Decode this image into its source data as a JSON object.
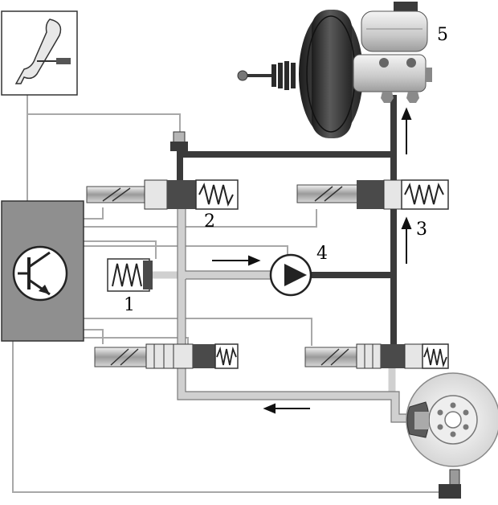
{
  "labels": {
    "l1": "1",
    "l2": "2",
    "l3": "3",
    "l4": "4",
    "l5": "5"
  },
  "colors": {
    "dark_line": "#3a3a3a",
    "light_line": "#c8c8c8",
    "thin_line": "#a8a8a8",
    "ecu_fill": "#8f8f8f",
    "valve_dark": "#4a4a4a",
    "valve_light": "#e6e6e6"
  },
  "icons": [
    "brake-pedal-icon",
    "transistor-icon",
    "pump-icon",
    "accumulator-icon",
    "brake-disc-icon",
    "brake-booster-icon",
    "master-cylinder-icon",
    "wheel-speed-sensor-icon",
    "pressure-sensor-icon",
    "flow-arrow-icon"
  ]
}
